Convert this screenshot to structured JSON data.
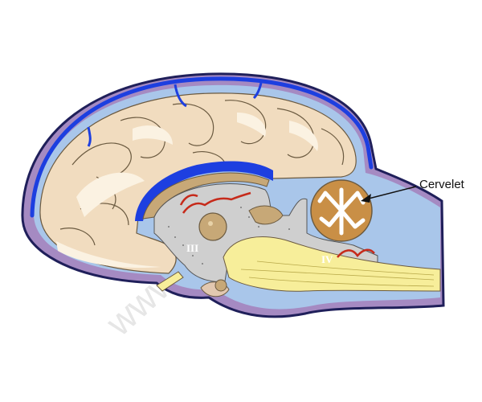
{
  "labels": {
    "cervelet": "Cervelet",
    "ventricle_3": "III",
    "ventricle_4": "IV"
  },
  "watermark": "www.vetopsy.com",
  "colors": {
    "skull_outline": "#1f1f5a",
    "dura": "#a58ac2",
    "venous_sinus": "#1d3fe0",
    "csf": "#a9c6ea",
    "brain_tissue": "#f1dcbf",
    "white_matter": "#fbf2e2",
    "choroid_plexus": "#c62a1a",
    "brainstem_tract": "#f7ee9a",
    "ventricle_gray": "#cfcfcf",
    "olfactory": "#c7a877"
  }
}
